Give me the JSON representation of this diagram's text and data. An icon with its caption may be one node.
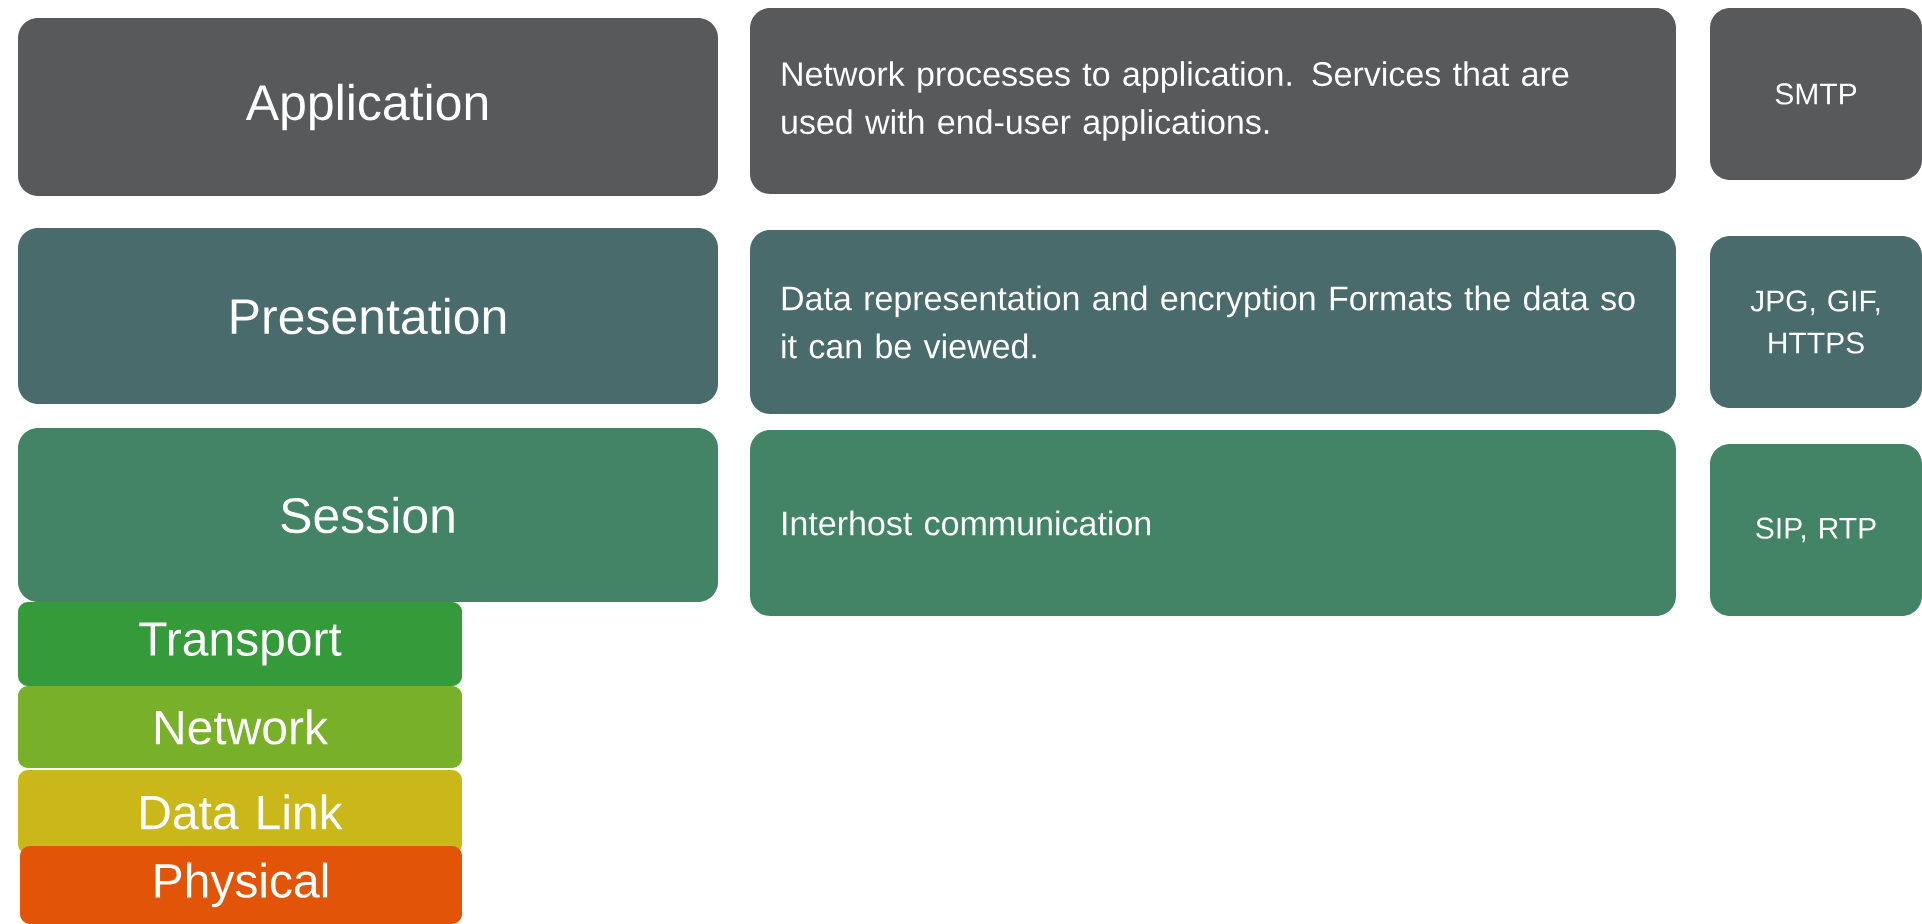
{
  "diagram": {
    "nodes": [
      {
        "text": [
          "Application"
        ]
      },
      {
        "text": [
          "Network processes to application. Services that are used with end-user applications."
        ]
      },
      {
        "text": [
          "SMTP"
        ]
      },
      {
        "text": [
          "Presentation"
        ]
      },
      {
        "text": [
          "Data representation and encryption Formats the data so it can be viewed."
        ]
      },
      {
        "text": [
          "JPG, GIF, HTTPS"
        ]
      },
      {
        "text": [
          "Session"
        ]
      },
      {
        "text": [
          "Interhost  communication"
        ]
      },
      {
        "text": [
          "SIP, RTP"
        ]
      },
      {
        "text": [
          "Transport"
        ]
      },
      {
        "text": [
          "Network"
        ]
      },
      {
        "text": [
          "Data Link"
        ]
      },
      {
        "text": [
          "Physical"
        ]
      }
    ]
  }
}
